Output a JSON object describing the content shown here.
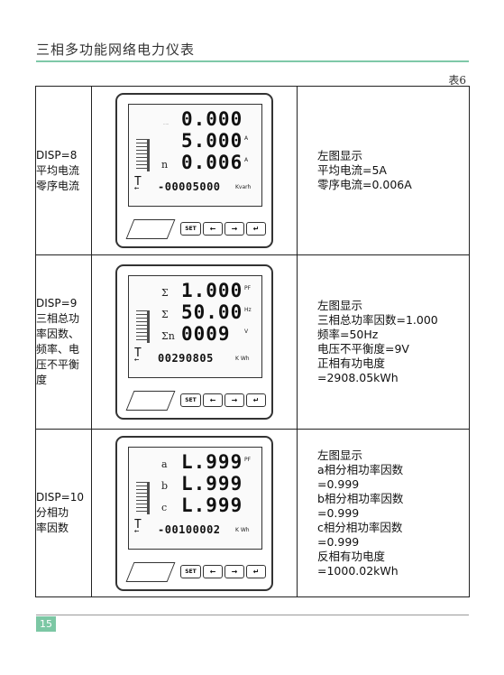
{
  "header": {
    "title": "三相多功能网络电力仪表",
    "table_number": "表6"
  },
  "rows": [
    {
      "label_lines": [
        "DISP=8",
        "平均电流",
        "零序电流"
      ],
      "display": {
        "line1": {
          "prefix": "",
          "value": "0.000",
          "unit": ""
        },
        "line2": {
          "prefix": "",
          "value": "5.000",
          "unit": "A"
        },
        "line3": {
          "prefix": "n",
          "value": "0.006",
          "unit": "A"
        },
        "bottom": {
          "value": "-00005000",
          "unit": "Kvarh"
        },
        "tag": "....."
      },
      "desc_lines": [
        "左图显示",
        "平均电流=5A",
        "零序电流=0.006A"
      ]
    },
    {
      "label_lines": [
        "DISP=9",
        "三相总功",
        "率因数、",
        "频率、电",
        "压不平衡",
        "度"
      ],
      "display": {
        "line1": {
          "prefix": "Σ",
          "value": "1.000",
          "unit": "PF"
        },
        "line2": {
          "prefix": "Σ",
          "value": "50.00",
          "unit": "Hz"
        },
        "line3": {
          "prefix": "Σn",
          "value": "0009",
          "unit": "V"
        },
        "bottom": {
          "value": "00290805",
          "unit": "K Wh"
        },
        "tag": ""
      },
      "desc_lines": [
        "左图显示",
        "三相总功率因数=1.000",
        "频率=50Hz",
        "电压不平衡度=9V",
        "正相有功电度",
        "=2908.05kWh"
      ]
    },
    {
      "label_lines": [
        "DISP=10",
        "分相功",
        "率因数"
      ],
      "display": {
        "line1": {
          "prefix": "a",
          "value": "L.999",
          "unit": "PF"
        },
        "line2": {
          "prefix": "b",
          "value": "L.999",
          "unit": ""
        },
        "line3": {
          "prefix": "c",
          "value": "L.999",
          "unit": ""
        },
        "bottom": {
          "value": "-00100002",
          "unit": "K Wh"
        },
        "tag": ""
      },
      "desc_lines": [
        "左图显示",
        "a相分相功率因数",
        "=0.999",
        "b相分相功率因数",
        "=0.999",
        "c相分相功率因数",
        "=0.999",
        "反相有功电度",
        "=1000.02kWh"
      ]
    }
  ],
  "buttons": {
    "set": {
      "label": "SET",
      "icon": "set-button"
    },
    "left": {
      "label": "←",
      "icon": "arrow-left-icon"
    },
    "right": {
      "label": "→",
      "icon": "arrow-right-icon"
    },
    "enter": {
      "label": "↵",
      "icon": "enter-icon"
    }
  },
  "footer": {
    "page_number": "15"
  },
  "colors": {
    "accent": "#7cc7a4"
  }
}
